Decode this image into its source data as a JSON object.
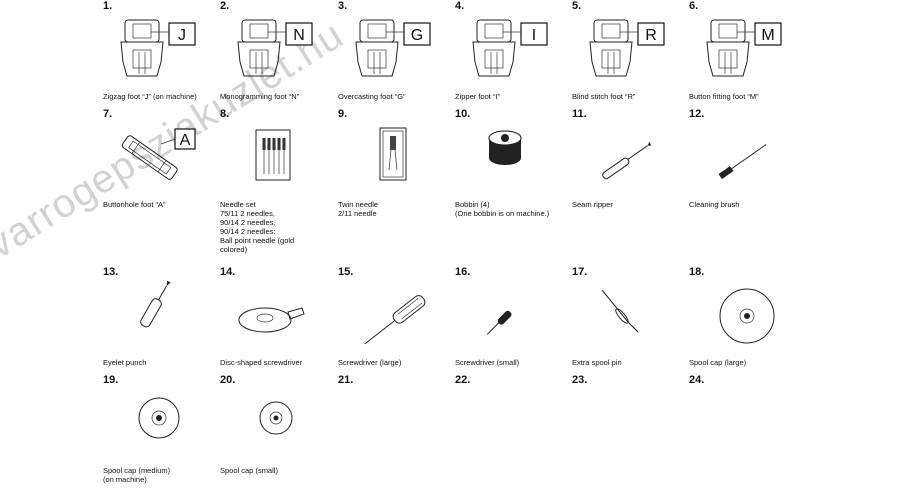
{
  "watermark": "varrogepsziakuzlet.hu",
  "items": [
    {
      "num": "1.",
      "label": [
        "Zigzag foot “J” (on machine)"
      ],
      "letter": "J"
    },
    {
      "num": "2.",
      "label": [
        "Monogramming foot “N”"
      ],
      "letter": "N"
    },
    {
      "num": "3.",
      "label": [
        "Overcasting foot “G”"
      ],
      "letter": "G"
    },
    {
      "num": "4.",
      "label": [
        "Zipper foot “I”"
      ],
      "letter": "I"
    },
    {
      "num": "5.",
      "label": [
        "Blind stitch foot “R”"
      ],
      "letter": "R"
    },
    {
      "num": "6.",
      "label": [
        "Button fitting foot “M”"
      ],
      "letter": "M"
    },
    {
      "num": "7.",
      "label": [
        "Buttonhole foot “A”"
      ],
      "letter": "A"
    },
    {
      "num": "8.",
      "label": [
        "Needle set",
        "75/11 2 needles,",
        "90/14 2 needles,",
        "90/14 2 needles:",
        "Ball point needle (gold",
        "colored)"
      ]
    },
    {
      "num": "9.",
      "label": [
        "Twin needle",
        "2/11 needle"
      ]
    },
    {
      "num": "10.",
      "label": [
        "Bobbin (4)",
        "(One bobbin is on machine.)"
      ]
    },
    {
      "num": "11.",
      "label": [
        "Seam ripper"
      ]
    },
    {
      "num": "12.",
      "label": [
        "Cleaning brush"
      ]
    },
    {
      "num": "13.",
      "label": [
        "Eyelet punch"
      ]
    },
    {
      "num": "14.",
      "label": [
        "Disc-shaped screwdriver"
      ]
    },
    {
      "num": "15.",
      "label": [
        "Screwdriver (large)"
      ]
    },
    {
      "num": "16.",
      "label": [
        "Screwdriver (small)"
      ]
    },
    {
      "num": "17.",
      "label": [
        "Extra spool pin"
      ]
    },
    {
      "num": "18.",
      "label": [
        "Spool cap (large)"
      ]
    },
    {
      "num": "19.",
      "label": [
        "Spool cap (medium)",
        "(on machine)"
      ]
    },
    {
      "num": "20.",
      "label": [
        "Spool cap (small)"
      ]
    },
    {
      "num": "21.",
      "label": []
    },
    {
      "num": "22.",
      "label": []
    },
    {
      "num": "23.",
      "label": []
    },
    {
      "num": "24.",
      "label": []
    }
  ]
}
